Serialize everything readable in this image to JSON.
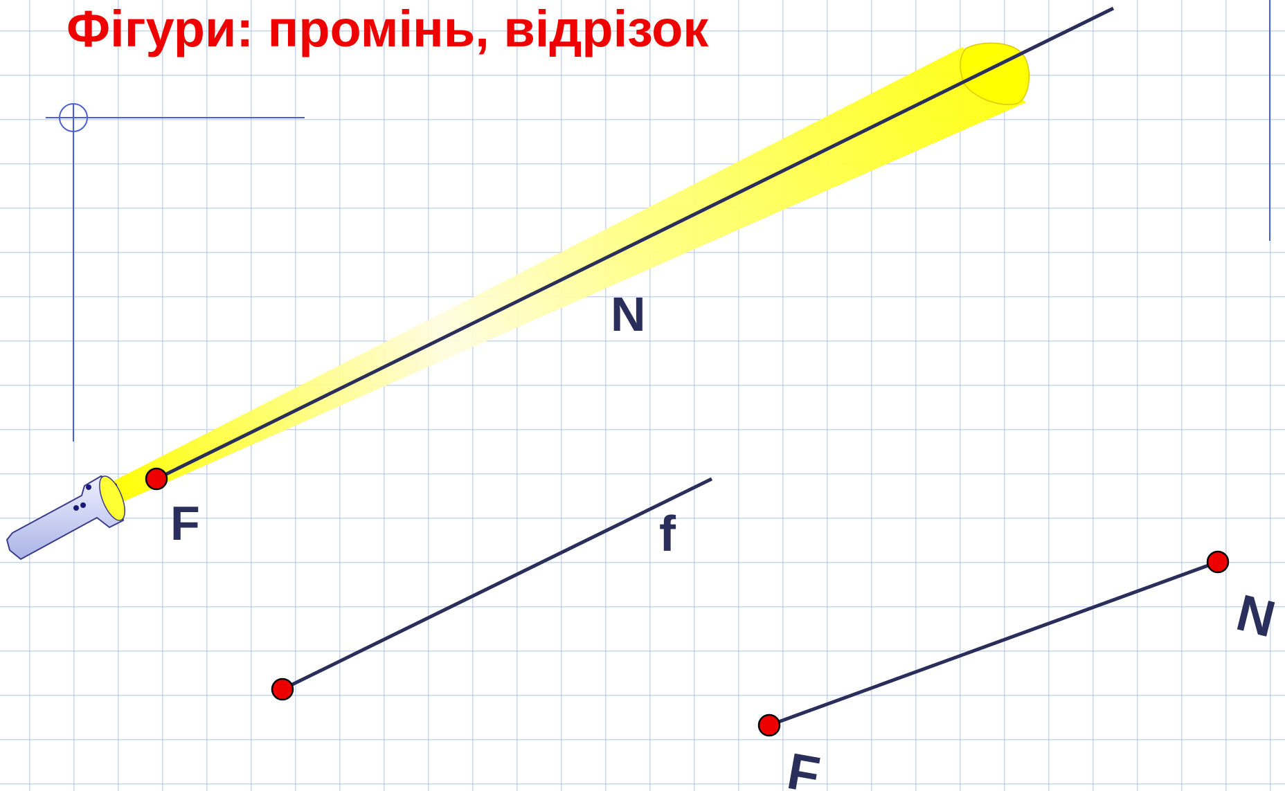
{
  "title": "Фігури: промінь, відрізок",
  "colors": {
    "title": "#ee0000",
    "line": "#2a2e5a",
    "point": "#ee0000",
    "beam": "#ffff00",
    "grid": "#c7d5ee",
    "margin_line": "#4a60d0",
    "flashlight": "#c8cff0",
    "label": "#2a2e5a"
  },
  "ray": {
    "start_label": "F",
    "direction_label": "N"
  },
  "line": {
    "label": "f"
  },
  "segment": {
    "start_label": "F",
    "end_label": "N"
  },
  "icons": {
    "flashlight": "flashlight-icon"
  }
}
